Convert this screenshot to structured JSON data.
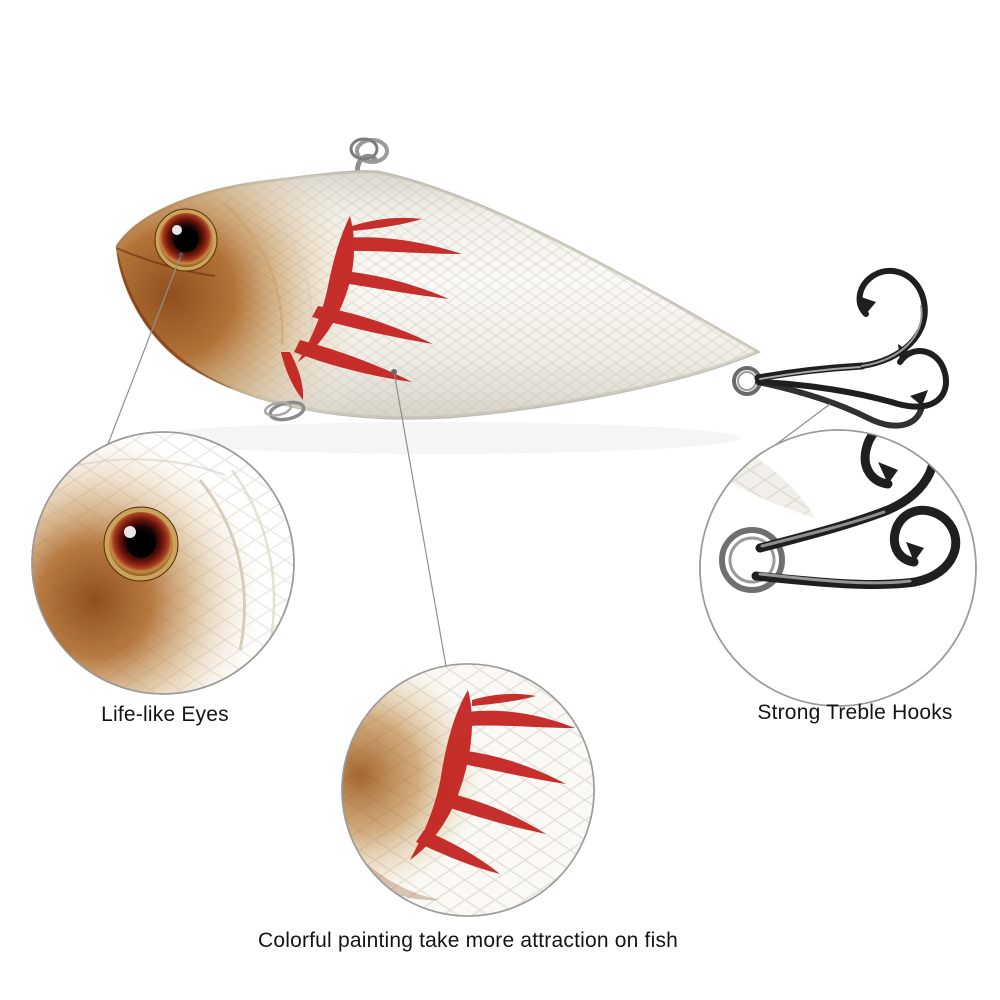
{
  "callouts": {
    "eye": {
      "label": "Life-like Eyes"
    },
    "hooks": {
      "label": "Strong Treble Hooks"
    },
    "paint": {
      "label": "Colorful painting take more attraction on fish"
    }
  },
  "colors": {
    "flame_red": "#c2201d",
    "head_amber": "#a9621f",
    "body_pearl": "#f6f4ef",
    "hook_metal": "#1f1f1f",
    "ring_metal": "#8b8b8b",
    "callout_border": "#9b9b9b",
    "connector_line": "#8f8f8f",
    "label_text": "#141414"
  }
}
